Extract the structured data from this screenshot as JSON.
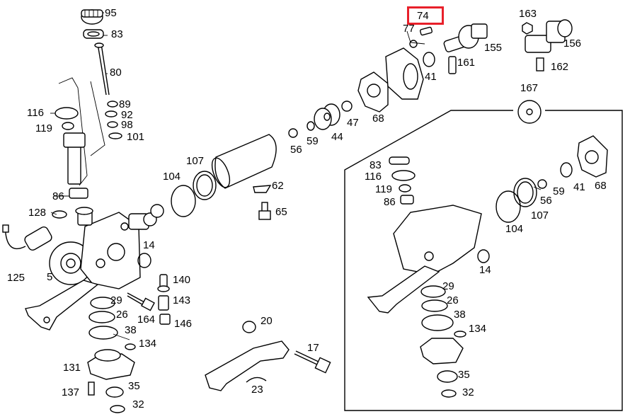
{
  "highlight": {
    "label": "74",
    "color": "#e8202a"
  },
  "labels": {
    "l95": "95",
    "l83a": "83",
    "l80": "80",
    "l116a": "116",
    "l119a": "119",
    "l89": "89",
    "l92": "92",
    "l98": "98",
    "l101": "101",
    "l86a": "86",
    "l128": "128",
    "l125": "125",
    "l5": "5",
    "l29a": "29",
    "l26a": "26",
    "l38a": "38",
    "l134a": "134",
    "l131": "131",
    "l137": "137",
    "l35a": "35",
    "l32a": "32",
    "l14a": "14",
    "l140": "140",
    "l143": "143",
    "l164": "164",
    "l146": "146",
    "l104a": "104",
    "l107a": "107",
    "l62": "62",
    "l65": "65",
    "l56a": "56",
    "l59a": "59",
    "l44": "44",
    "l47": "47",
    "l68a": "68",
    "l41a": "41",
    "l161": "161",
    "l155": "155",
    "l163": "163",
    "l156": "156",
    "l162": "162",
    "l167": "167",
    "l77": "77",
    "l20": "20",
    "l17": "17",
    "l23": "23",
    "l83b": "83",
    "l116b": "116",
    "l119b": "119",
    "l86b": "86",
    "l104b": "104",
    "l107b": "107",
    "l56b": "56",
    "l59b": "59",
    "l41b": "41",
    "l68b": "68",
    "l14b": "14",
    "l29b": "29",
    "l26b": "26",
    "l38b": "38",
    "l134b": "134",
    "l35b": "35",
    "l32b": "32"
  }
}
